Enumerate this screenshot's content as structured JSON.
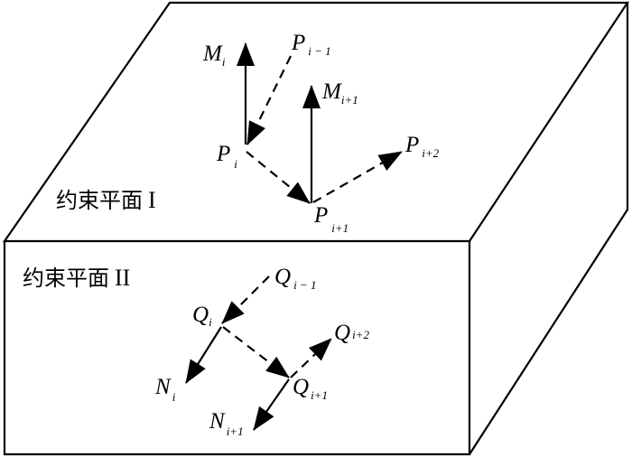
{
  "planes": {
    "plane_1": {
      "text": "约束平面",
      "numeral": "I"
    },
    "plane_2": {
      "text": "约束平面",
      "numeral": "II"
    }
  },
  "points": {
    "M_i": {
      "base": "M",
      "sub": "i"
    },
    "P_im1": {
      "base": "P",
      "sub": "i − 1"
    },
    "M_ip1": {
      "base": "M",
      "sub": "i+1"
    },
    "P_i": {
      "base": "P",
      "sub": "i"
    },
    "P_ip2": {
      "base": "P",
      "sub": "i+2"
    },
    "P_ip1": {
      "base": "P",
      "sub": "i+1"
    },
    "Q_im1": {
      "base": "Q",
      "sub": "i − 1"
    },
    "Q_i": {
      "base": "Q",
      "sub": "i"
    },
    "Q_ip2": {
      "base": "Q",
      "sub": "i+2"
    },
    "Q_ip1": {
      "base": "Q",
      "sub": "i+1"
    },
    "N_i": {
      "base": "N",
      "sub": "i"
    },
    "N_ip1": {
      "base": "N",
      "sub": "i+1"
    }
  }
}
